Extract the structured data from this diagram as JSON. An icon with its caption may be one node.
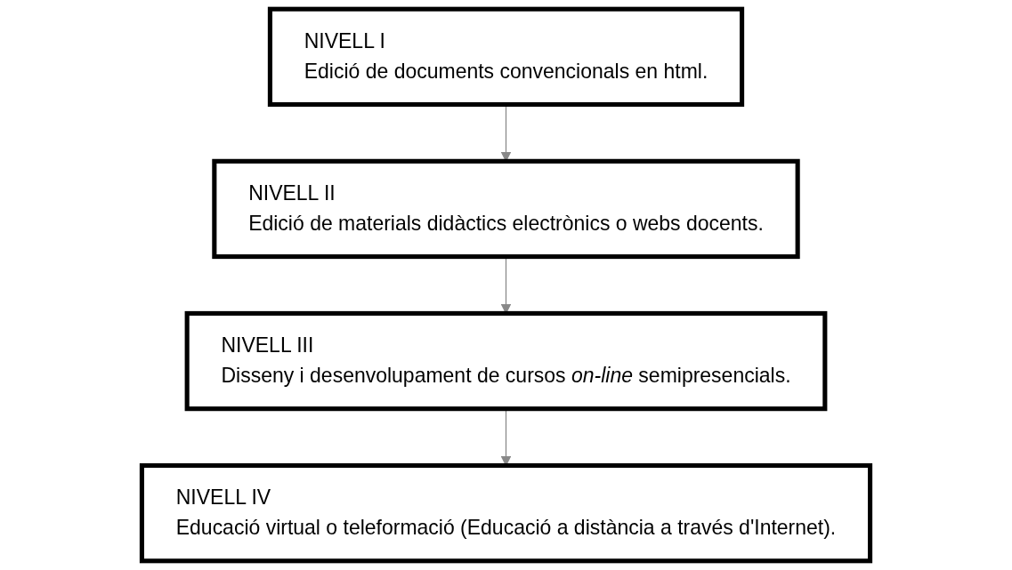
{
  "diagram": {
    "nodes": [
      {
        "text": [
          "NIVELL I",
          "Edició de documents convencionals en html."
        ]
      },
      {
        "text": [
          "NIVELL II",
          "Edició de materials didàctics electrònics o webs docents."
        ]
      },
      {
        "text": [
          "NIVELL III",
          "Disseny i desenvolupament de cursos *on-line* semipresencials."
        ]
      },
      {
        "text": [
          "NIVELL IV",
          "Educació virtual o teleformació (Educació a distància a través d'Internet)."
        ]
      }
    ],
    "edges": [
      {
        "from": 0,
        "to": 1,
        "arrow": "to"
      },
      {
        "from": 1,
        "to": 2,
        "arrow": "to"
      },
      {
        "from": 2,
        "to": 3,
        "arrow": "to"
      }
    ]
  }
}
